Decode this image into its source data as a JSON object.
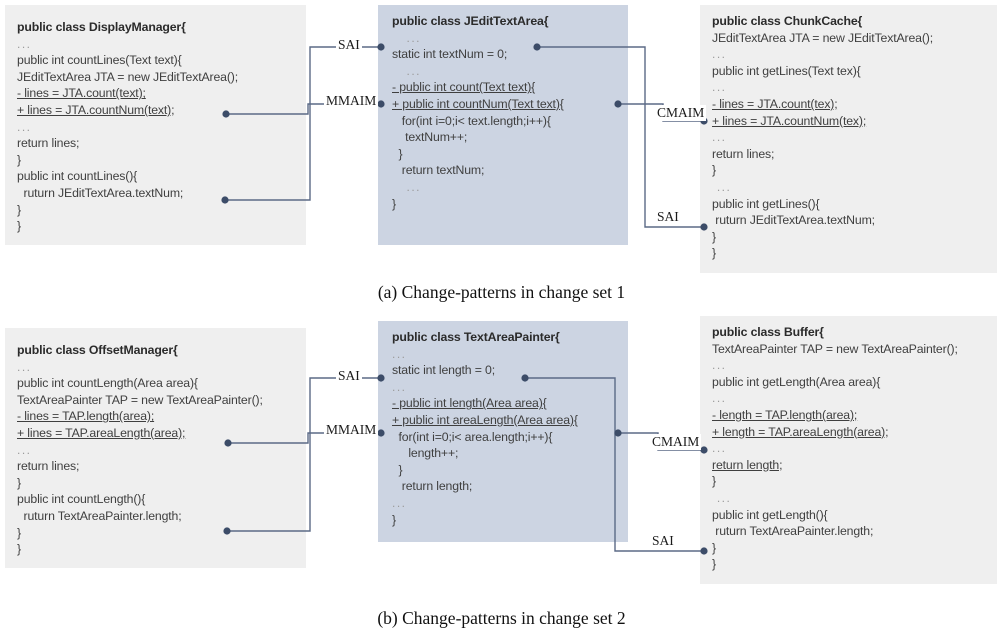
{
  "figure_a": {
    "caption": "(a)  Change-patterns in change set 1",
    "left_panel": {
      "title": "public class DisplayManager{",
      "lines": [
        {
          "t": "...",
          "s": "dots"
        },
        {
          "t": "public int countLines(Text text){",
          "s": "plain"
        },
        {
          "t": "JEditTextArea JTA = new JEditTextArea();",
          "s": "plain"
        },
        {
          "t": "- lines = JTA.count(text);",
          "s": "under"
        },
        {
          "t": "+ lines = JTA.countNum(text);",
          "s": "under"
        },
        {
          "t": "...",
          "s": "dots"
        },
        {
          "t": "return lines;",
          "s": "plain"
        },
        {
          "t": "}",
          "s": "plain"
        },
        {
          "t": "public int countLines(){",
          "s": "plain"
        },
        {
          "t": "  ruturn JEditTextArea.textNum;",
          "s": "plain"
        },
        {
          "t": "}",
          "s": "plain"
        },
        {
          "t": "}",
          "s": "plain"
        }
      ]
    },
    "middle_panel": {
      "title": "public class JEditTextArea{",
      "lines": [
        {
          "t": "   ...",
          "s": "dots"
        },
        {
          "t": "static int textNum = 0;",
          "s": "plain"
        },
        {
          "t": "   ...",
          "s": "dots"
        },
        {
          "t": "- public int count(Text text){",
          "s": "under"
        },
        {
          "t": "+ public int countNum(Text text){",
          "s": "under"
        },
        {
          "t": "   for(int i=0;i< text.length;i++){",
          "s": "plain"
        },
        {
          "t": "    textNum++;",
          "s": "plain"
        },
        {
          "t": "  }",
          "s": "plain"
        },
        {
          "t": "   return textNum;",
          "s": "plain"
        },
        {
          "t": "   ...",
          "s": "dots"
        },
        {
          "t": "}",
          "s": "plain"
        }
      ]
    },
    "right_panel": {
      "title": "public class ChunkCache{",
      "lines": [
        {
          "t": "JEditTextArea JTA = new JEditTextArea();",
          "s": "plain"
        },
        {
          "t": "...",
          "s": "dots"
        },
        {
          "t": "public int getLines(Text tex){",
          "s": "plain"
        },
        {
          "t": "...",
          "s": "dots"
        },
        {
          "t": "- lines = JTA.count(tex);",
          "s": "under"
        },
        {
          "t": "+ lines = JTA.countNum(tex);",
          "s": "under"
        },
        {
          "t": "...",
          "s": "dots"
        },
        {
          "t": "return lines;",
          "s": "plain"
        },
        {
          "t": "}",
          "s": "plain"
        },
        {
          "t": " ...",
          "s": "dots"
        },
        {
          "t": "public int getLines(){",
          "s": "plain"
        },
        {
          "t": " ruturn JEditTextArea.textNum;",
          "s": "plain"
        },
        {
          "t": "}",
          "s": "plain"
        },
        {
          "t": "}",
          "s": "plain"
        }
      ]
    },
    "edge_labels": {
      "left_top": "SAI",
      "left_mid": "MMAIM",
      "right_top": "CMAIM",
      "right_bottom": "SAI"
    }
  },
  "figure_b": {
    "caption": "(b)  Change-patterns in change set 2",
    "left_panel": {
      "title": "public class OffsetManager{",
      "lines": [
        {
          "t": "...",
          "s": "dots"
        },
        {
          "t": "public int countLength(Area area){",
          "s": "plain"
        },
        {
          "t": "TextAreaPainter TAP = new TextAreaPainter();",
          "s": "plain"
        },
        {
          "t": "- lines = TAP.length(area);",
          "s": "under"
        },
        {
          "t": "+ lines = TAP.areaLength(area);",
          "s": "under"
        },
        {
          "t": "...",
          "s": "dots"
        },
        {
          "t": "return lines;",
          "s": "plain"
        },
        {
          "t": "}",
          "s": "plain"
        },
        {
          "t": "public int countLength(){",
          "s": "plain"
        },
        {
          "t": "  ruturn TextAreaPainter.length;",
          "s": "plain"
        },
        {
          "t": "}",
          "s": "plain"
        },
        {
          "t": "}",
          "s": "plain"
        }
      ]
    },
    "middle_panel": {
      "title": "public class TextAreaPainter{",
      "lines": [
        {
          "t": "...",
          "s": "dots"
        },
        {
          "t": "static int length = 0;",
          "s": "plain"
        },
        {
          "t": "...",
          "s": "dots"
        },
        {
          "t": "- public int length(Area area){",
          "s": "under"
        },
        {
          "t": "+ public int areaLength(Area area){",
          "s": "under"
        },
        {
          "t": "  for(int i=0;i< area.length;i++){",
          "s": "plain"
        },
        {
          "t": "     length++;",
          "s": "plain"
        },
        {
          "t": "  }",
          "s": "plain"
        },
        {
          "t": "   return length;",
          "s": "plain"
        },
        {
          "t": "...",
          "s": "dots"
        },
        {
          "t": "}",
          "s": "plain"
        }
      ]
    },
    "right_panel": {
      "title": "public class Buffer{",
      "lines": [
        {
          "t": "TextAreaPainter TAP = new TextAreaPainter();",
          "s": "plain"
        },
        {
          "t": "...",
          "s": "dots"
        },
        {
          "t": "public int getLength(Area area){",
          "s": "plain"
        },
        {
          "t": "...",
          "s": "dots"
        },
        {
          "t": "- length = TAP.length(area);",
          "s": "under"
        },
        {
          "t": "+ length = TAP.areaLength(area);",
          "s": "under"
        },
        {
          "t": "...",
          "s": "dots"
        },
        {
          "t": "return length;",
          "s": "under"
        },
        {
          "t": "}",
          "s": "plain"
        },
        {
          "t": " ...",
          "s": "dots"
        },
        {
          "t": "public int getLength(){",
          "s": "plain"
        },
        {
          "t": " ruturn TextAreaPainter.length;",
          "s": "plain"
        },
        {
          "t": "}",
          "s": "plain"
        },
        {
          "t": "}",
          "s": "plain"
        }
      ]
    },
    "edge_labels": {
      "left_top": "SAI",
      "left_mid": "MMAIM",
      "right_top": "CMAIM",
      "right_bottom": "SAI"
    }
  },
  "colors": {
    "panel_grey": "#efefef",
    "panel_blue": "#ccd4e2",
    "wire": "#5b6a86",
    "node": "#3c4c68",
    "code_text": "#3f3f3f"
  }
}
